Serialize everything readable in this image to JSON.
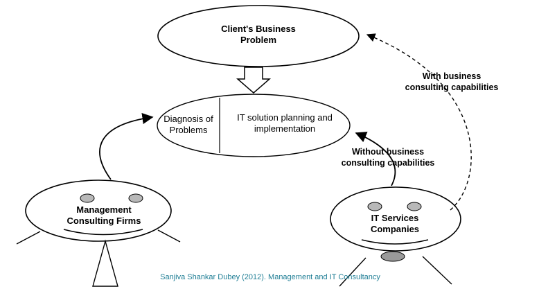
{
  "nodes": {
    "client_problem": "Client's Business\nProblem",
    "diagnosis": "Diagnosis of\nProblems",
    "it_solution": "IT solution planning and\nimplementation",
    "mgmt_firms": "Management\nConsulting Firms",
    "it_companies": "IT Services\nCompanies"
  },
  "edge_labels": {
    "with_business": "With business\nconsulting capabilities",
    "without_business": "Without business\nconsulting capabilities"
  },
  "caption": "Sanjiva Shankar Dubey (2012). Management and IT Consultancy",
  "colors": {
    "stroke": "#000000",
    "eye_fill": "#b8b8b8",
    "caption_text": "#1f7e95"
  }
}
